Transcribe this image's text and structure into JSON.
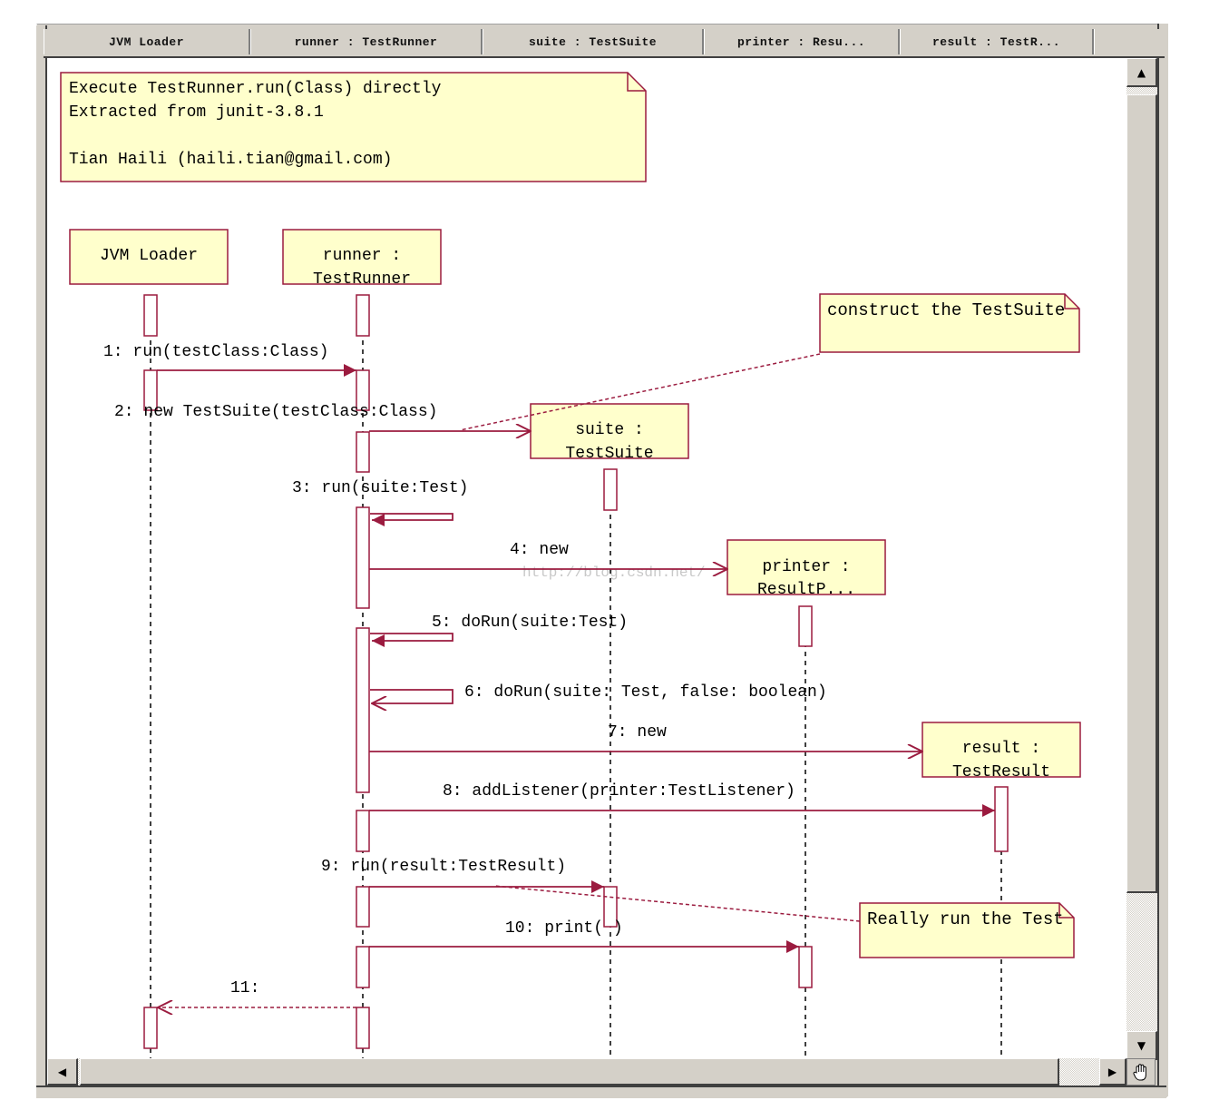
{
  "window": {
    "header_tabs": [
      {
        "label": "JVM Loader"
      },
      {
        "label": "runner : TestRunner"
      },
      {
        "label": "suite : TestSuite"
      },
      {
        "label": "printer : Resu..."
      },
      {
        "label": "result : TestR..."
      }
    ]
  },
  "diagram": {
    "type": "uml-sequence",
    "colors": {
      "line": "#9b1b3f",
      "note_fill": "#ffffcc",
      "text": "#000000",
      "lifeline": "#000000"
    },
    "header_note": {
      "lines": [
        "Execute TestRunner.run(Class) directly",
        "    Extracted from junit-3.8.1",
        "",
        "Tian Haili (haili.tian@gmail.com)"
      ]
    },
    "participants": [
      {
        "id": "jvm",
        "lines": [
          "JVM Loader"
        ]
      },
      {
        "id": "runner",
        "lines": [
          "runner :",
          "TestRunner"
        ]
      },
      {
        "id": "suite",
        "lines": [
          "suite :",
          "TestSuite"
        ]
      },
      {
        "id": "printer",
        "lines": [
          "printer :",
          "ResultP..."
        ]
      },
      {
        "id": "result",
        "lines": [
          "result :",
          "TestResult"
        ]
      }
    ],
    "messages": [
      {
        "num": 1,
        "label": "1: run(testClass:Class)",
        "from": "jvm",
        "to": "runner",
        "kind": "sync"
      },
      {
        "num": 2,
        "label": "2: new TestSuite(testClass:Class)",
        "from": "runner",
        "to": "suite",
        "kind": "create"
      },
      {
        "num": 3,
        "label": "3: run(suite:Test)",
        "from": "runner",
        "to": "runner",
        "kind": "self-sync"
      },
      {
        "num": 4,
        "label": "4: new",
        "from": "runner",
        "to": "printer",
        "kind": "create"
      },
      {
        "num": 5,
        "label": "5: doRun(suite:Test)",
        "from": "runner",
        "to": "runner",
        "kind": "self-sync"
      },
      {
        "num": 6,
        "label": "6: doRun(suite: Test, false: boolean)",
        "from": "runner",
        "to": "runner",
        "kind": "self-async"
      },
      {
        "num": 7,
        "label": "7: new",
        "from": "runner",
        "to": "result",
        "kind": "create"
      },
      {
        "num": 8,
        "label": "8: addListener(printer:TestListener)",
        "from": "runner",
        "to": "result",
        "kind": "sync"
      },
      {
        "num": 9,
        "label": "9: run(result:TestResult)",
        "from": "runner",
        "to": "suite",
        "kind": "sync"
      },
      {
        "num": 10,
        "label": "10: print( )",
        "from": "runner",
        "to": "printer",
        "kind": "sync"
      },
      {
        "num": 11,
        "label": "11:",
        "from": "runner",
        "to": "jvm",
        "kind": "return"
      }
    ],
    "notes": [
      {
        "id": "note-construct",
        "text": "construct the TestSuite",
        "attached_to_message": 2
      },
      {
        "id": "note-run",
        "text": "Really run the Test",
        "attached_to_message": 9
      }
    ],
    "watermark": "http://blog.csdn.net/"
  },
  "scrollbars": {
    "up_icon": "▲",
    "down_icon": "▼",
    "left_icon": "◀",
    "right_icon": "▶",
    "corner_icon": "hand-pan-icon"
  }
}
